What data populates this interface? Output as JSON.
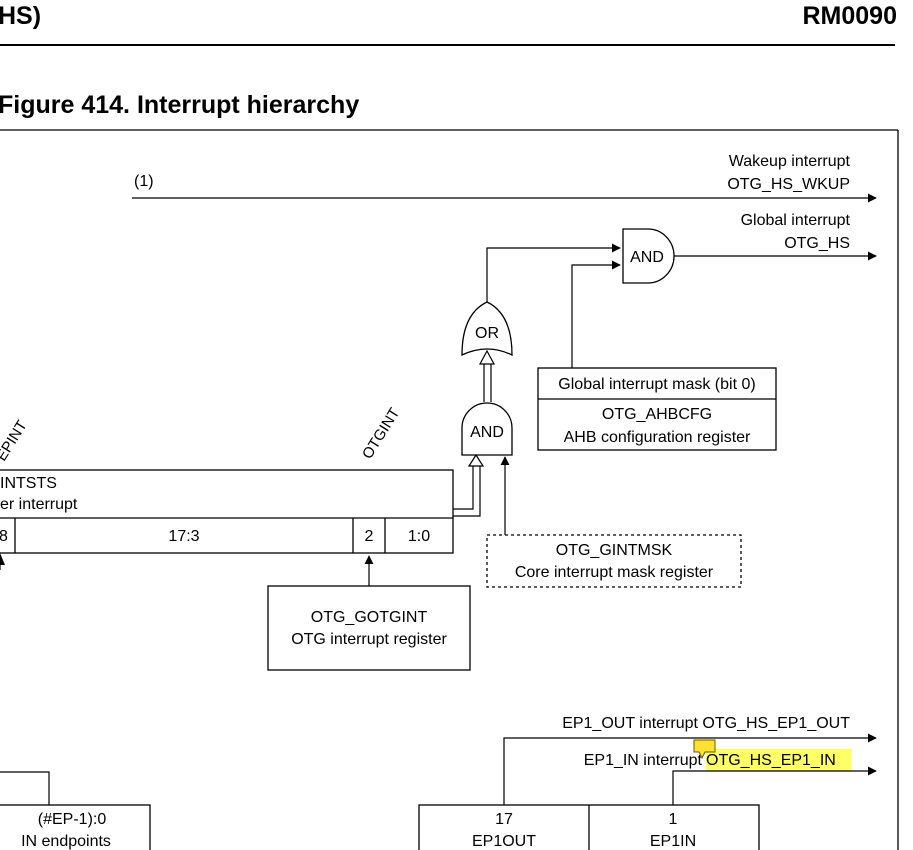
{
  "header": {
    "left": "HS)",
    "right": "RM0090"
  },
  "figure": {
    "title": "Figure 414. Interrupt hierarchy"
  },
  "diagram": {
    "footnote_ref": "(1)",
    "wakeup_label": "Wakeup interrupt",
    "wakeup_signal": "OTG_HS_WKUP",
    "global_label": "Global interrupt",
    "global_signal": "OTG_HS",
    "and_top": "AND",
    "or_gate": "OR",
    "and_mid": "AND",
    "gint_mask_bit": "Global interrupt mask (bit 0)",
    "ahbcfg_name": "OTG_AHBCFG",
    "ahbcfg_desc": "AHB configuration register",
    "epint_label": "EPINT",
    "otgint_label": "OTGINT",
    "gintsts_name": "INTSTS",
    "gintsts_desc": "er interrupt",
    "bit_18": "8",
    "bit_17_3": "17:3",
    "bit_2": "2",
    "bit_1_0": "1:0",
    "gintmsk_name": "OTG_GINTMSK",
    "gintmsk_desc": "Core interrupt mask register",
    "gotgint_name": "OTG_GOTGINT",
    "gotgint_desc": "OTG interrupt register",
    "ep1_out_label": "EP1_OUT interrupt OTG_HS_EP1_OUT",
    "ep1_in_prefix": "EP1_IN interrupt",
    "ep1_in_signal": "OTG_HS_EP1_IN",
    "in_ep_bits": "(#EP-1):0",
    "in_ep_desc": "IN endpoints",
    "ep1out_bit": "17",
    "ep1out_name": "EP1OUT",
    "ep1in_bit": "1",
    "ep1in_name": "EP1IN"
  },
  "colors": {
    "line": "#000000",
    "highlight": "#ffff66",
    "note_marker": "#ffe033"
  }
}
